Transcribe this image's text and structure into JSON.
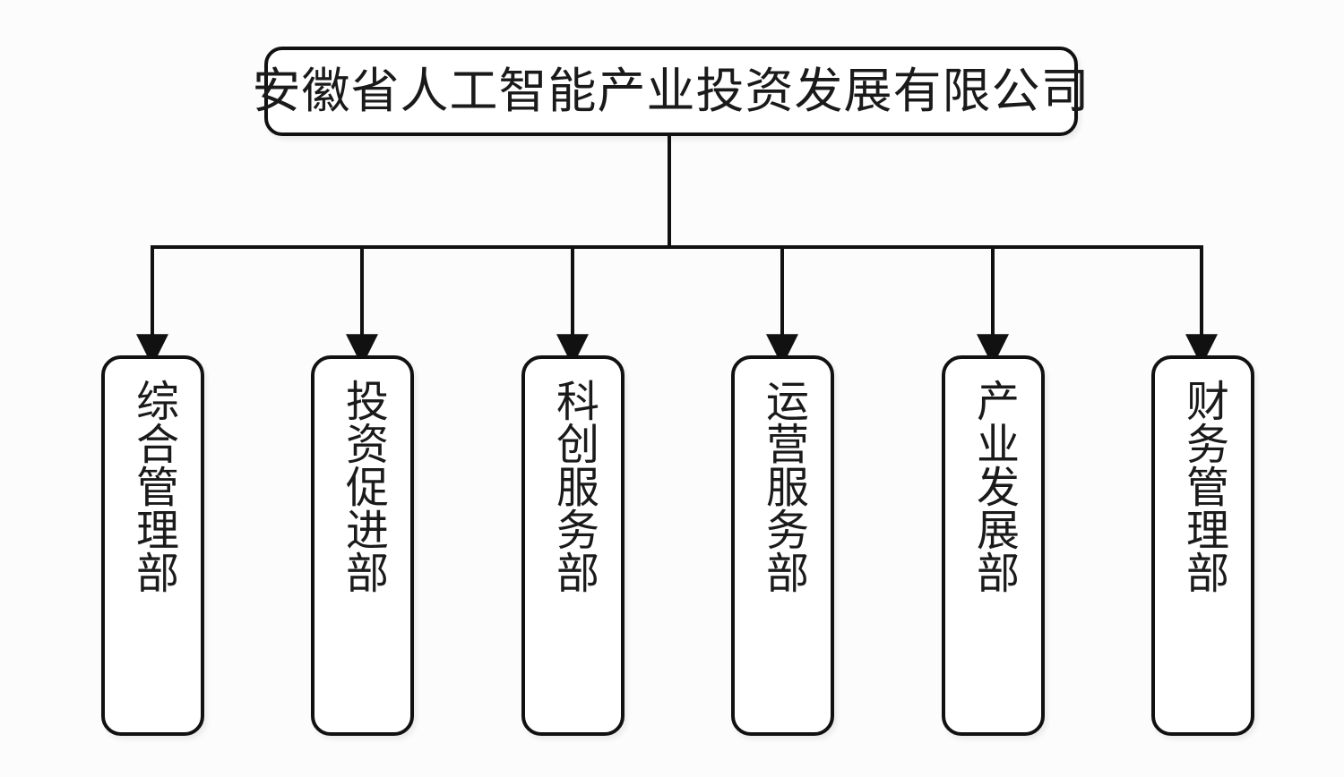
{
  "diagram": {
    "type": "organization-chart",
    "background_color": "#fcfcfc",
    "line_color": "#111111",
    "box_fill_color": "#ffffff",
    "text_color": "#1a1a1a",
    "root": {
      "label": "安徽省人工智能产业投资发展有限公司",
      "orientation": "horizontal"
    },
    "departments": [
      {
        "label": "综合管理部",
        "orientation": "vertical"
      },
      {
        "label": "投资促进部",
        "orientation": "vertical"
      },
      {
        "label": "科创服务部",
        "orientation": "vertical"
      },
      {
        "label": "运营服务部",
        "orientation": "vertical"
      },
      {
        "label": "产业发展部",
        "orientation": "vertical"
      },
      {
        "label": "财务管理部",
        "orientation": "vertical"
      }
    ]
  }
}
